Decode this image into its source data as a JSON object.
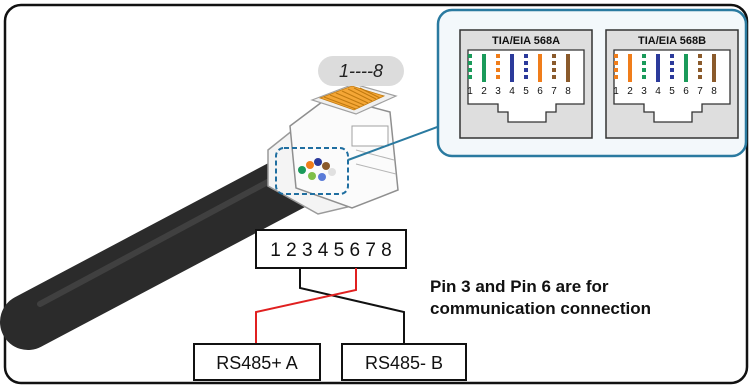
{
  "connector": {
    "pin_range_label": "1----8"
  },
  "standards": [
    {
      "title": "TIA/EIA 568A",
      "pin_numbers": [
        "1",
        "2",
        "3",
        "4",
        "5",
        "6",
        "7",
        "8"
      ],
      "wires": [
        {
          "color": "#1a9a5a",
          "striped": true
        },
        {
          "color": "#1a9a5a",
          "striped": false
        },
        {
          "color": "#f07d1a",
          "striped": true
        },
        {
          "color": "#2b3a9b",
          "striped": false
        },
        {
          "color": "#2b3a9b",
          "striped": true
        },
        {
          "color": "#f07d1a",
          "striped": false
        },
        {
          "color": "#8a5a2b",
          "striped": true
        },
        {
          "color": "#8a5a2b",
          "striped": false
        }
      ]
    },
    {
      "title": "TIA/EIA 568B",
      "pin_numbers": [
        "1",
        "2",
        "3",
        "4",
        "5",
        "6",
        "7",
        "8"
      ],
      "wires": [
        {
          "color": "#f07d1a",
          "striped": true
        },
        {
          "color": "#f07d1a",
          "striped": false
        },
        {
          "color": "#1a9a5a",
          "striped": true
        },
        {
          "color": "#2b3a9b",
          "striped": false
        },
        {
          "color": "#2b3a9b",
          "striped": true
        },
        {
          "color": "#1a9a5a",
          "striped": false
        },
        {
          "color": "#8a5a2b",
          "striped": true
        },
        {
          "color": "#8a5a2b",
          "striped": false
        }
      ]
    }
  ],
  "pinout": {
    "pins_label": "1 2 3 4 5 6 7 8",
    "rs485_a_label": "RS485+ A",
    "rs485_b_label": "RS485- B",
    "note_line1": "Pin 3 and Pin 6 are for",
    "note_line2": "communication connection",
    "a_wire_color": "#e02020",
    "b_wire_color": "#111111"
  },
  "colors": {
    "frame_border": "#111111",
    "callout_border": "#2a7aa0",
    "callout_fill": "#f3f8fb",
    "dash_highlight": "#1f6ea0",
    "cable": "#2b2b2b",
    "label_bubble": "#dcdcdc"
  },
  "icons": [
    "rj45-plug-icon",
    "ethernet-cable-icon"
  ]
}
